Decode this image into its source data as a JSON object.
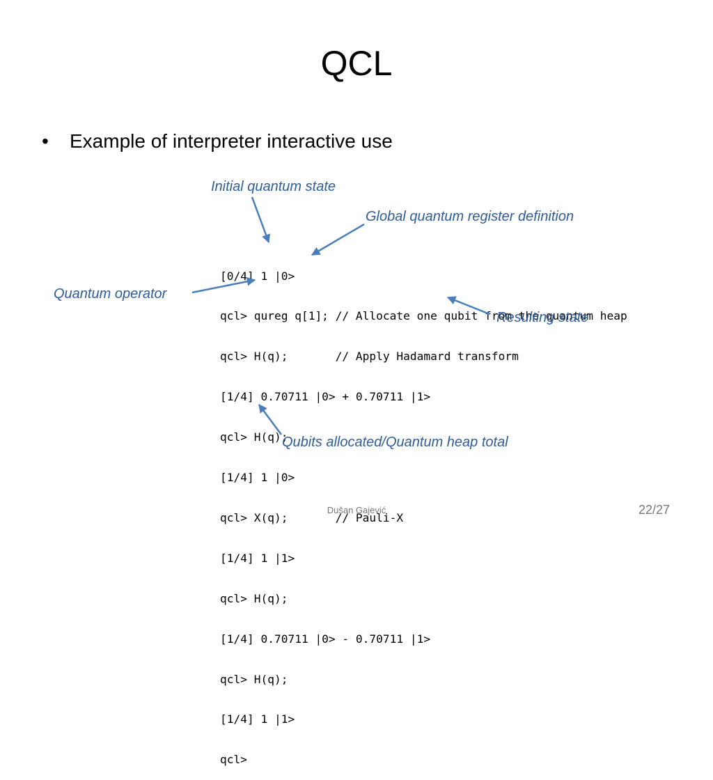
{
  "slide": {
    "title": "QCL",
    "bullet_symbol": "•",
    "bullet_text": "Example of interpreter interactive use"
  },
  "terminal": {
    "lines": [
      "[0/4] 1 |0>",
      "qcl> qureg q[1]; // Allocate one qubit from the quantum heap",
      "qcl> H(q);       // Apply Hadamard transform",
      "[1/4] 0.70711 |0> + 0.70711 |1>",
      "qcl> H(q);",
      "[1/4] 1 |0>",
      "qcl> X(q);       // Pauli-X",
      "[1/4] 1 |1>",
      "qcl> H(q);",
      "[1/4] 0.70711 |0> - 0.70711 |1>",
      "qcl> H(q);",
      "[1/4] 1 |1>",
      "qcl>"
    ]
  },
  "callouts": {
    "initial_state": "Initial quantum state",
    "global_register": "Global quantum register definition",
    "quantum_operator": "Quantum operator",
    "resulting_state": "Resulting state",
    "heap": "Qubits allocated/Quantum heap total"
  },
  "footer": {
    "author": "Dušan Gajević",
    "page": "22/27"
  },
  "colors": {
    "callout": "#2e5d9a",
    "arrow": "#4a7ebb",
    "footer": "#777777"
  }
}
